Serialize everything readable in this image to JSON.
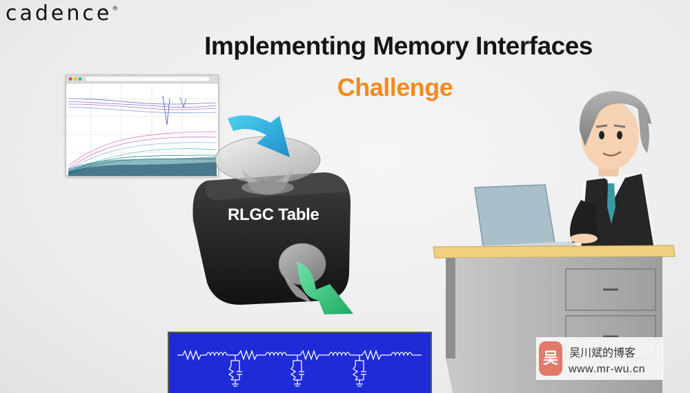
{
  "brand": {
    "logo_text": "cadence",
    "registered": "®"
  },
  "slide": {
    "title": "Implementing Memory Interfaces",
    "subtitle": "Challenge",
    "box_label": "RLGC Table"
  },
  "watermark": {
    "logo_glyph": "吴",
    "name": "吴川斌的博客",
    "url": "www.mr-wu.cn"
  },
  "colors": {
    "title": "#151515",
    "subtitle": "#f28a1c",
    "arrow_in": "#38c0ea",
    "arrow_out": "#2fc37a",
    "circuit_bg": "#1e2bd6",
    "tie": "#3a9aa2"
  }
}
